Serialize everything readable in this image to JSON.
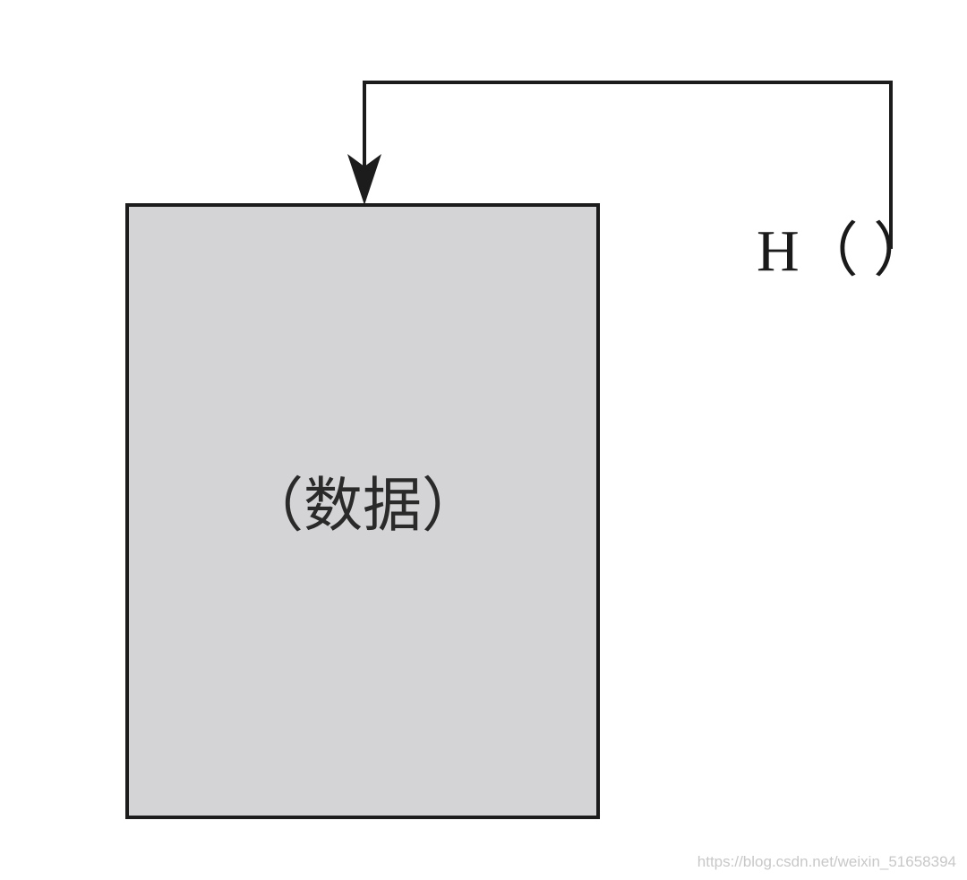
{
  "diagram": {
    "function_label": "H（ ）",
    "data_label": "（数据）",
    "box_fill": "#d4d4d6",
    "stroke_color": "#1c1c1c"
  },
  "watermark": "https://blog.csdn.net/weixin_51658394"
}
